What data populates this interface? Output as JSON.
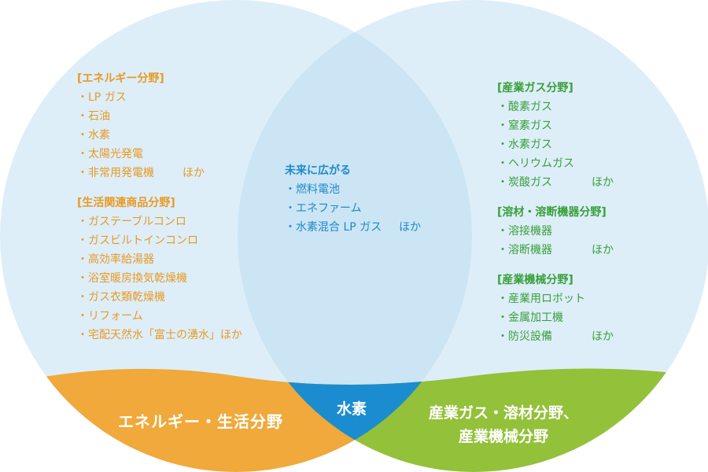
{
  "colors": {
    "circle_fill": "#ddeef9",
    "overlap_fill": "#cbe5f5",
    "left_band": "#f0a93a",
    "right_band": "#93c13a",
    "center_band": "#1b8ccf",
    "left_text": "#e89a24",
    "right_text": "#3aa03a",
    "center_text": "#2189c9"
  },
  "left": {
    "band_label": "エネルギー・生活分野",
    "sections": [
      {
        "heading": "[エネルギー分野]",
        "items": [
          {
            "text": "・LP ガス",
            "suffix": ""
          },
          {
            "text": "・石油",
            "suffix": ""
          },
          {
            "text": "・水素",
            "suffix": ""
          },
          {
            "text": "・太陽光発電",
            "suffix": ""
          },
          {
            "text": "・非常用発電機",
            "suffix": "ほか"
          }
        ]
      },
      {
        "heading": "[生活関連商品分野]",
        "items": [
          {
            "text": "・ガステーブルコンロ",
            "suffix": ""
          },
          {
            "text": "・ガスビルトインコンロ",
            "suffix": ""
          },
          {
            "text": "・高効率給湯器",
            "suffix": ""
          },
          {
            "text": "・浴室暖房換気乾燥機",
            "suffix": ""
          },
          {
            "text": "・ガス衣類乾燥機",
            "suffix": ""
          },
          {
            "text": "・リフォーム",
            "suffix": ""
          },
          {
            "text": "・宅配天然水「富士の湧水」ほか",
            "suffix": ""
          }
        ]
      }
    ]
  },
  "center": {
    "band_label": "水素",
    "heading": "未来に広がる",
    "items": [
      {
        "text": "・燃料電池",
        "suffix": ""
      },
      {
        "text": "・エネファーム",
        "suffix": ""
      },
      {
        "text": "・水素混合 LP ガス",
        "suffix": "ほか"
      }
    ]
  },
  "right": {
    "band_label_line1": "産業ガス・溶材分野、",
    "band_label_line2": "産業機械分野",
    "sections": [
      {
        "heading": "[産業ガス分野]",
        "items": [
          {
            "text": "・酸素ガス",
            "suffix": ""
          },
          {
            "text": "・窒素ガス",
            "suffix": ""
          },
          {
            "text": "・水素ガス",
            "suffix": ""
          },
          {
            "text": "・ヘリウムガス",
            "suffix": ""
          },
          {
            "text": "・炭酸ガス",
            "suffix": "ほか"
          }
        ]
      },
      {
        "heading": "[溶材・溶断機器分野]",
        "items": [
          {
            "text": "・溶接機器",
            "suffix": ""
          },
          {
            "text": "・溶断機器",
            "suffix": "ほか"
          }
        ]
      },
      {
        "heading": "[産業機械分野]",
        "items": [
          {
            "text": "・産業用ロボット",
            "suffix": ""
          },
          {
            "text": "・金属加工機",
            "suffix": ""
          },
          {
            "text": "・防災設備",
            "suffix": "ほか"
          }
        ]
      }
    ]
  }
}
